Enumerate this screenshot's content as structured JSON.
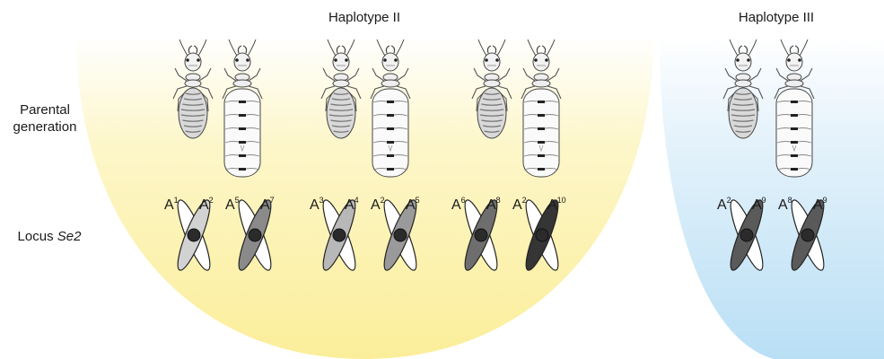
{
  "titles": {
    "haplotype_ii": "Haplotype II",
    "haplotype_iii": "Haplotype III"
  },
  "row_labels": {
    "parental_line1": "Parental",
    "parental_line2": "generation",
    "locus_prefix": "Locus ",
    "locus_name": "Se2"
  },
  "colors": {
    "haplotype_ii_bg": "#fbee9a",
    "haplotype_iii_bg": "#b9dff5",
    "centromere": "#2b2b2b"
  },
  "pairs": [
    {
      "group": "haplotype_ii",
      "left": {
        "base": "A",
        "sup": "1",
        "shade": "#ffffff"
      },
      "right": {
        "base": "A",
        "sup": "2",
        "shade": "#d2d2d2"
      }
    },
    {
      "group": "haplotype_ii",
      "left": {
        "base": "A",
        "sup": "5",
        "shade": "#ffffff"
      },
      "right": {
        "base": "A",
        "sup": "7",
        "shade": "#8a8a8a"
      }
    },
    {
      "group": "haplotype_ii",
      "left": {
        "base": "A",
        "sup": "3",
        "shade": "#ffffff"
      },
      "right": {
        "base": "A",
        "sup": "4",
        "shade": "#b8b8b8"
      }
    },
    {
      "group": "haplotype_ii",
      "left": {
        "base": "A",
        "sup": "2",
        "shade": "#ffffff"
      },
      "right": {
        "base": "A",
        "sup": "5",
        "shade": "#9a9a9a"
      }
    },
    {
      "group": "haplotype_ii",
      "left": {
        "base": "A",
        "sup": "6",
        "shade": "#ffffff"
      },
      "right": {
        "base": "A",
        "sup": "8",
        "shade": "#6e6e6e"
      }
    },
    {
      "group": "haplotype_ii",
      "left": {
        "base": "A",
        "sup": "2",
        "shade": "#ffffff"
      },
      "right": {
        "base": "A",
        "sup": "10",
        "shade": "#353535"
      }
    },
    {
      "group": "haplotype_iii",
      "left": {
        "base": "A",
        "sup": "2",
        "shade": "#ffffff"
      },
      "right": {
        "base": "A",
        "sup": "9",
        "shade": "#5a5a5a"
      }
    },
    {
      "group": "haplotype_iii",
      "left": {
        "base": "A",
        "sup": "8",
        "shade": "#ffffff"
      },
      "right": {
        "base": "A",
        "sup": "9",
        "shade": "#5a5a5a"
      }
    }
  ],
  "insects": [
    {
      "type": "worker-icon"
    },
    {
      "type": "queen-icon"
    },
    {
      "type": "worker-icon"
    },
    {
      "type": "queen-icon"
    },
    {
      "type": "worker-icon"
    },
    {
      "type": "queen-icon"
    },
    {
      "type": "worker-icon"
    },
    {
      "type": "queen-icon"
    }
  ]
}
